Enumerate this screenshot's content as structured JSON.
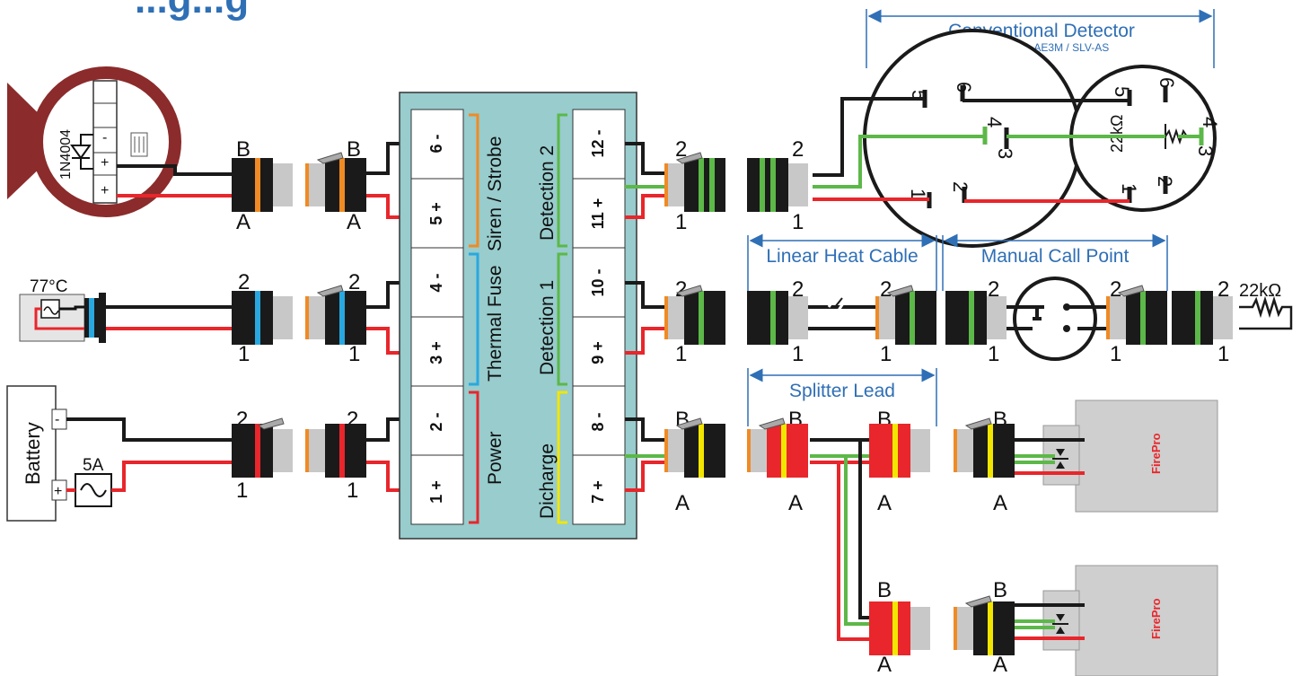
{
  "partial_title": "...g...g",
  "colors": {
    "panel": "#98cccd",
    "black_wire": "#1a1a1a",
    "red_wire": "#e8262b",
    "green_wire": "#5cb848",
    "orange": "#f08a24",
    "blue": "#29a8e0",
    "yellow": "#f2e600",
    "label_blue": "#2f6fb5",
    "siren_body": "#8b2b2b",
    "firepro_box": "#cfcfcf",
    "firepro_text": "#e8262b"
  },
  "siren": {
    "diode": "1N4004",
    "pins": [
      "-",
      "+",
      "+"
    ]
  },
  "thermal": {
    "label": "77°C"
  },
  "battery": {
    "label": "Battery",
    "minus": "-",
    "plus": "+",
    "fuse": "5A"
  },
  "terminals": [
    {
      "num": "6",
      "sign": "-"
    },
    {
      "num": "5",
      "sign": "+"
    },
    {
      "num": "4",
      "sign": "-"
    },
    {
      "num": "3",
      "sign": "+"
    },
    {
      "num": "2",
      "sign": "-"
    },
    {
      "num": "1",
      "sign": "+"
    },
    {
      "num": "12",
      "sign": "-"
    },
    {
      "num": "11",
      "sign": "+"
    },
    {
      "num": "10",
      "sign": "-"
    },
    {
      "num": "9",
      "sign": "+"
    },
    {
      "num": "8",
      "sign": "-"
    },
    {
      "num": "7",
      "sign": "+"
    }
  ],
  "groups": {
    "siren": "Siren / Strobe",
    "thermal": "Thermal Fuse",
    "power": "Power",
    "det2": "Detection 2",
    "det1": "Detection 1",
    "discharge": "Dicharge"
  },
  "connector_labels": {
    "B": "B",
    "A": "A",
    "two": "2",
    "one": "1"
  },
  "detector": {
    "title": "Conventional Detector",
    "subtitle": "(Hochiki DCD-AE3M / SLV-AS",
    "pins": [
      "5",
      "6",
      "4",
      "3",
      "1",
      "5",
      "6",
      "4",
      "3",
      "2",
      "1",
      "2"
    ],
    "resistor": "22kΩ"
  },
  "sections": {
    "linear_heat": "Linear Heat Cable",
    "manual_call": "Manual Call Point",
    "splitter": "Splitter Lead",
    "eol_resistor": "22kΩ"
  },
  "firepro": {
    "label": "FirePro"
  }
}
